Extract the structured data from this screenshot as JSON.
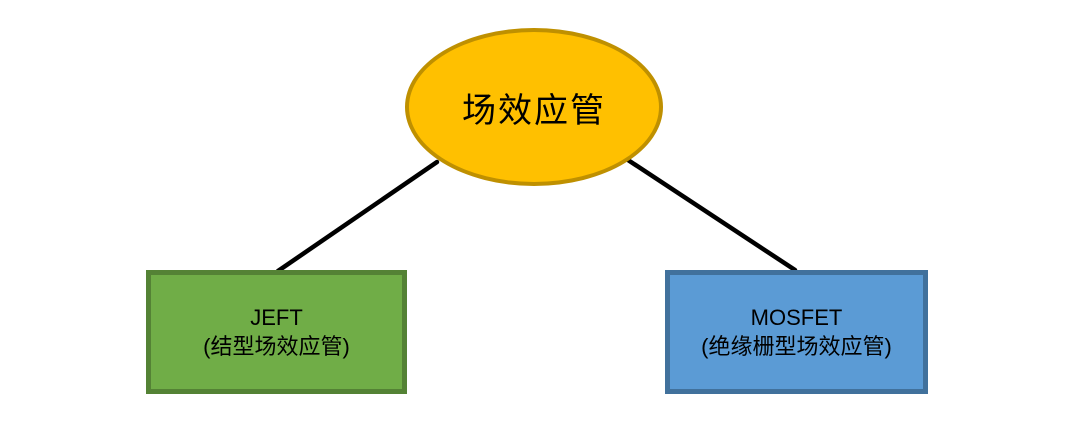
{
  "diagram": {
    "background": "#ffffff",
    "text_color": "#000000",
    "root": {
      "label": "场效应管",
      "fill": "#FFC000",
      "border": "#BF9000"
    },
    "children": [
      {
        "title": "JEFT",
        "subtitle": "(结型场效应管)",
        "fill": "#70AD47",
        "border": "#548235"
      },
      {
        "title": "MOSFET",
        "subtitle": "(绝缘栅型场效应管)",
        "fill": "#5B9BD5",
        "border": "#41719C"
      }
    ],
    "connector": {
      "color": "#000000"
    }
  }
}
